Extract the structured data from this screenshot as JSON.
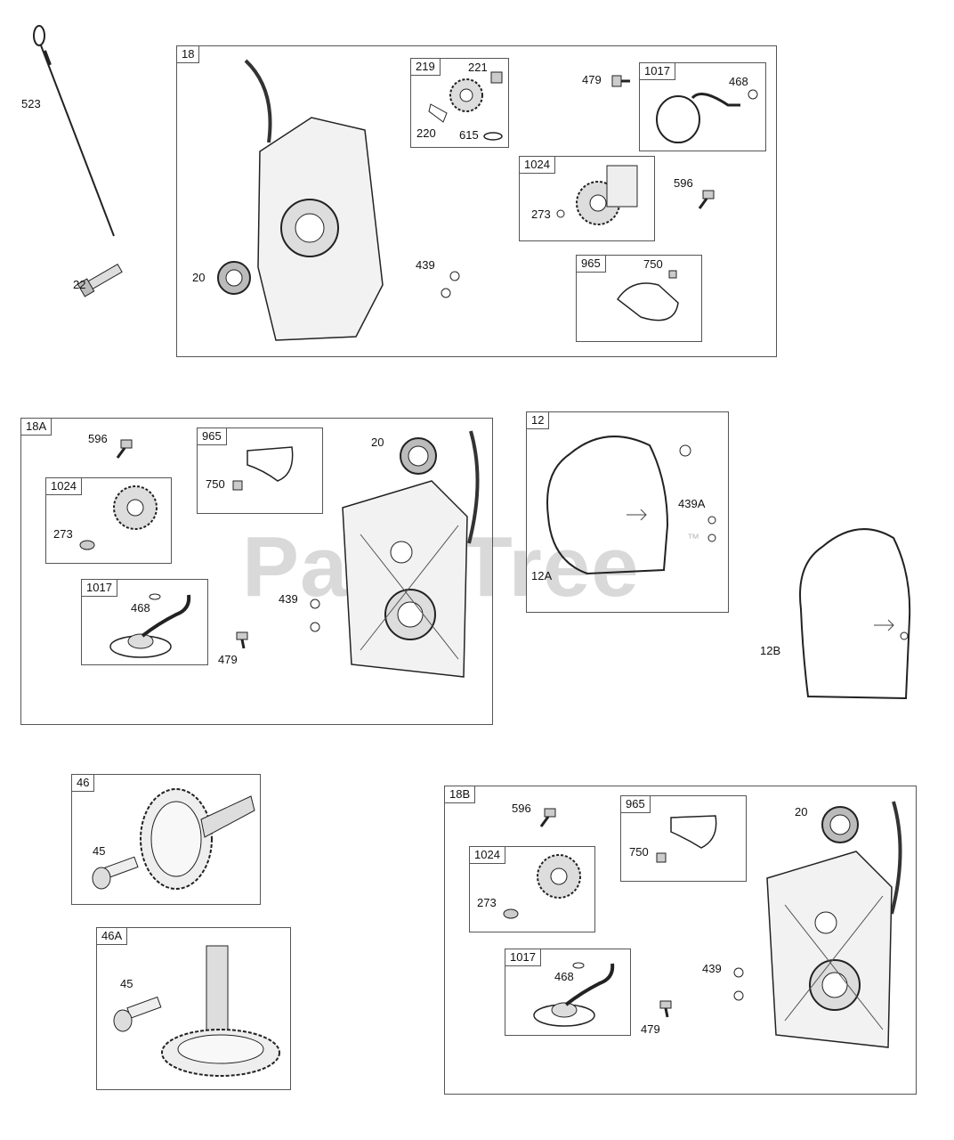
{
  "watermark": {
    "text": "PartsTree",
    "tm": "™"
  },
  "boxes": [
    {
      "id": "18",
      "label": "18"
    },
    {
      "id": "219",
      "label": "219"
    },
    {
      "id": "1017a",
      "label": "1017"
    },
    {
      "id": "1024a",
      "label": "1024"
    },
    {
      "id": "965a",
      "label": "965"
    },
    {
      "id": "18A",
      "label": "18A"
    },
    {
      "id": "965b",
      "label": "965"
    },
    {
      "id": "1024b",
      "label": "1024"
    },
    {
      "id": "1017b",
      "label": "1017"
    },
    {
      "id": "12",
      "label": "12"
    },
    {
      "id": "46",
      "label": "46"
    },
    {
      "id": "46A",
      "label": "46A"
    },
    {
      "id": "18B",
      "label": "18B"
    },
    {
      "id": "965c",
      "label": "965"
    },
    {
      "id": "1024c",
      "label": "1024"
    },
    {
      "id": "1017c",
      "label": "1017"
    }
  ],
  "callouts": {
    "c523": "523",
    "c22": "22",
    "c20a": "20",
    "c221": "221",
    "c220": "220",
    "c615": "615",
    "c479a": "479",
    "c468a": "468",
    "c273a": "273",
    "c596a": "596",
    "c439a": "439",
    "c750a": "750",
    "c596b": "596",
    "c750b": "750",
    "c20b": "20",
    "c273b": "273",
    "c468b": "468",
    "c439b": "439",
    "c479b": "479",
    "c439A": "439A",
    "c12A": "12A",
    "c12B": "12B",
    "c45a": "45",
    "c45b": "45",
    "c596c": "596",
    "c750c": "750",
    "c20c": "20",
    "c273c": "273",
    "c468c": "468",
    "c439c": "439",
    "c479c": "479"
  }
}
